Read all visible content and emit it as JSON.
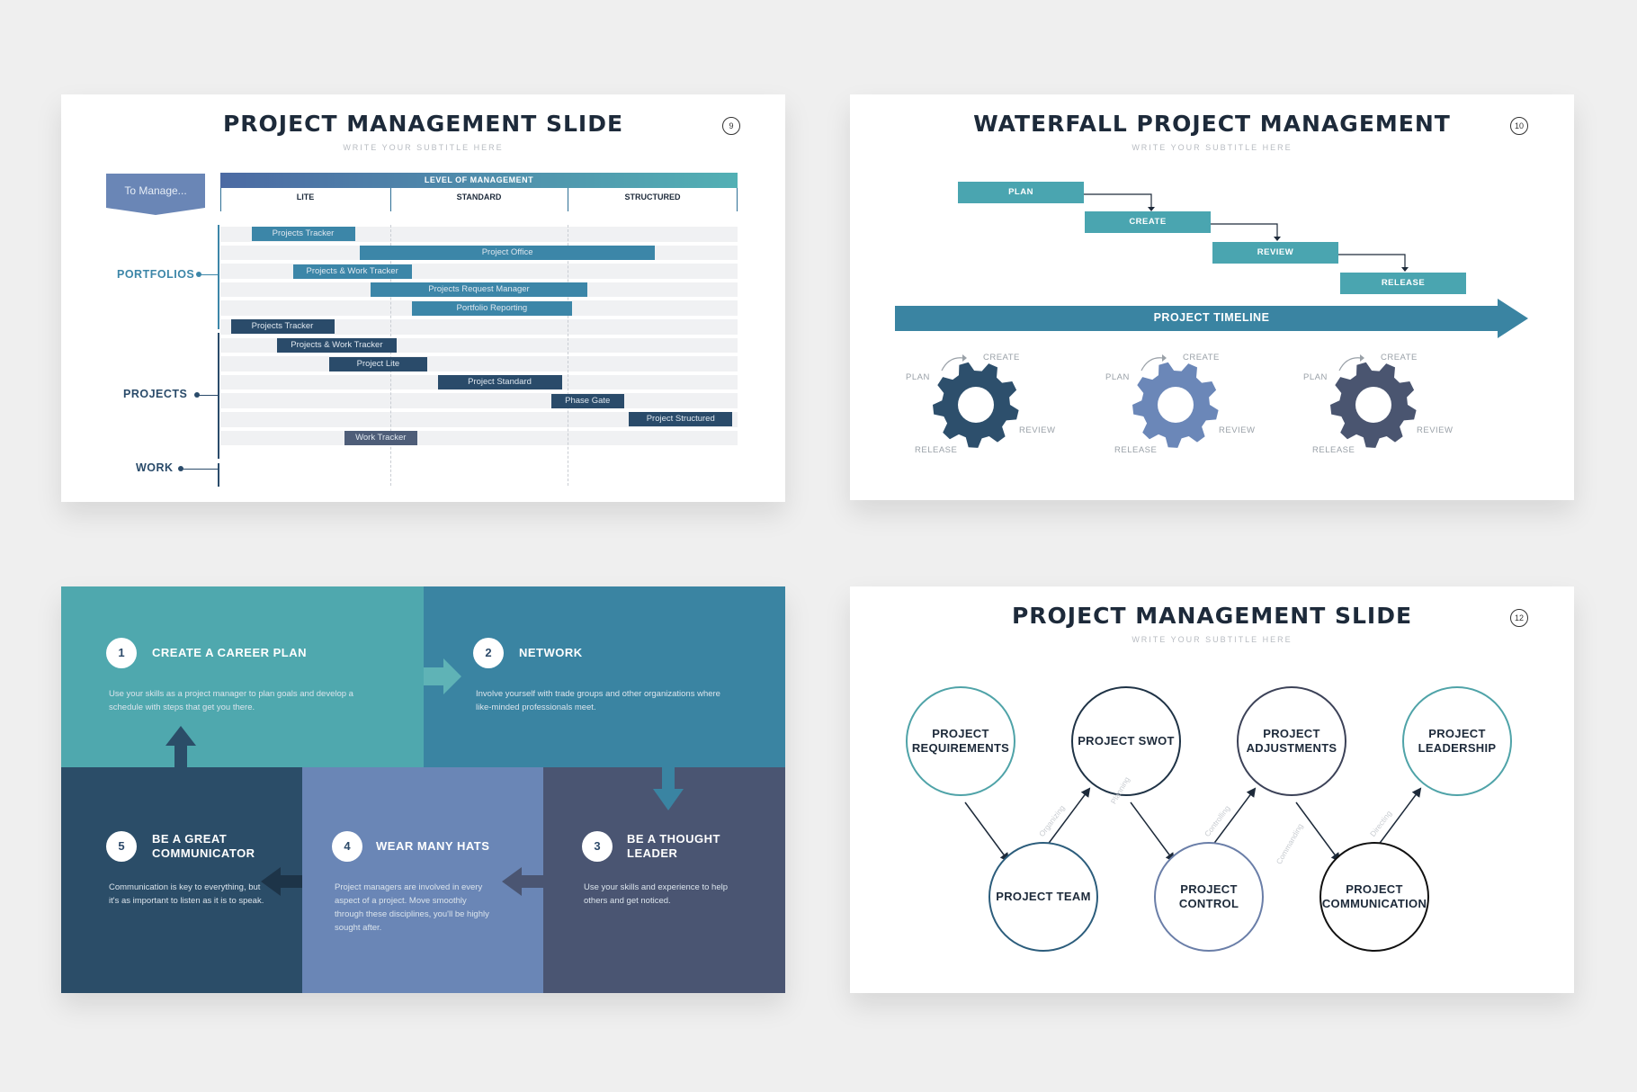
{
  "slide1": {
    "title": "PROJECT MANAGEMENT SLIDE",
    "subtitle": "WRITE YOUR SUBTITLE HERE",
    "page": "9",
    "to_manage": "To Manage...",
    "level_header": "LEVEL OF MANAGEMENT",
    "columns": [
      "LITE",
      "STANDARD",
      "STRUCTURED"
    ],
    "groups": [
      "PORTFOLIOS",
      "PROJECTS",
      "WORK"
    ],
    "bars": [
      {
        "label": "Projects Tracker",
        "start": 0.06,
        "end": 0.26,
        "color": "#3c86a8"
      },
      {
        "label": "Project Office",
        "start": 0.27,
        "end": 0.84,
        "color": "#3c86a8"
      },
      {
        "label": "Projects & Work Tracker",
        "start": 0.14,
        "end": 0.37,
        "color": "#3c86a8"
      },
      {
        "label": "Projects Request Manager",
        "start": 0.29,
        "end": 0.71,
        "color": "#3c86a8"
      },
      {
        "label": "Portfolio Reporting",
        "start": 0.37,
        "end": 0.68,
        "color": "#3c86a8"
      },
      {
        "label": "Projects Tracker",
        "start": 0.02,
        "end": 0.22,
        "color": "#2a4b6a"
      },
      {
        "label": "Projects & Work Tracker",
        "start": 0.11,
        "end": 0.34,
        "color": "#2a4b6a"
      },
      {
        "label": "Project Lite",
        "start": 0.21,
        "end": 0.4,
        "color": "#2a4b6a"
      },
      {
        "label": "Project Standard",
        "start": 0.42,
        "end": 0.66,
        "color": "#2a4b6a"
      },
      {
        "label": "Phase Gate",
        "start": 0.64,
        "end": 0.78,
        "color": "#2a4b6a"
      },
      {
        "label": "Project Structured",
        "start": 0.79,
        "end": 0.99,
        "color": "#2a4b6a"
      },
      {
        "label": "Work Tracker",
        "start": 0.24,
        "end": 0.38,
        "color": "#4e5d78"
      }
    ]
  },
  "slide2": {
    "title": "WATERFALL PROJECT MANAGEMENT",
    "subtitle": "WRITE YOUR SUBTITLE HERE",
    "page": "10",
    "steps": [
      "PLAN",
      "CREATE",
      "REVIEW",
      "RELEASE"
    ],
    "timeline": "PROJECT TIMELINE",
    "gears": [
      {
        "color": "#2d4f6c",
        "plan": "PLAN",
        "create": "CREATE",
        "review": "REVIEW",
        "release": "RELEASE"
      },
      {
        "color": "#6b87b8",
        "plan": "PLAN",
        "create": "CREATE",
        "review": "REVIEW",
        "release": "RELEASE"
      },
      {
        "color": "#4a5570",
        "plan": "PLAN",
        "create": "CREATE",
        "review": "REVIEW",
        "release": "RELEASE"
      }
    ]
  },
  "slide3": {
    "panels": [
      {
        "num": "1",
        "title": "CREATE A CAREER PLAN",
        "text": "Use your skills as a project manager to plan goals and develop a schedule with steps that get you there.",
        "color": "#4fa8ae"
      },
      {
        "num": "2",
        "title": "NETWORK",
        "text": "Involve yourself with trade groups and other organizations where like-minded professionals meet.",
        "color": "#3a84a2"
      },
      {
        "num": "3",
        "title": "BE A THOUGHT LEADER",
        "text": "Use your skills and experience to help others and get noticed.",
        "color": "#4a5572"
      },
      {
        "num": "4",
        "title": "WEAR MANY HATS",
        "text": "Project managers are involved in every aspect of a project. Move smoothly through these disciplines, you'll be highly sought after.",
        "color": "#6a86b6"
      },
      {
        "num": "5",
        "title": "BE A GREAT COMMUNICATOR",
        "text": "Communication is key to everything, but it's as important to listen as it is to speak.",
        "color": "#2b4d68"
      }
    ]
  },
  "slide4": {
    "title": "PROJECT MANAGEMENT SLIDE",
    "subtitle": "WRITE YOUR SUBTITLE HERE",
    "page": "12",
    "circles": [
      {
        "label": "PROJECT REQUIREMENTS",
        "color": "#4fa3a8"
      },
      {
        "label": "PROJECT SWOT",
        "color": "#1f3346"
      },
      {
        "label": "PROJECT ADJUSTMENTS",
        "color": "#3c4258"
      },
      {
        "label": "PROJECT LEADERSHIP",
        "color": "#4fa3a8"
      },
      {
        "label": "PROJECT TEAM",
        "color": "#2c5d7c"
      },
      {
        "label": "PROJECT CONTROL",
        "color": "#6a7ea8"
      },
      {
        "label": "PROJECT COMMUNICATION",
        "color": "#111111"
      }
    ],
    "connectors": [
      "Organizing",
      "Planning",
      "Controlling",
      "Commanding",
      "Directing"
    ]
  }
}
